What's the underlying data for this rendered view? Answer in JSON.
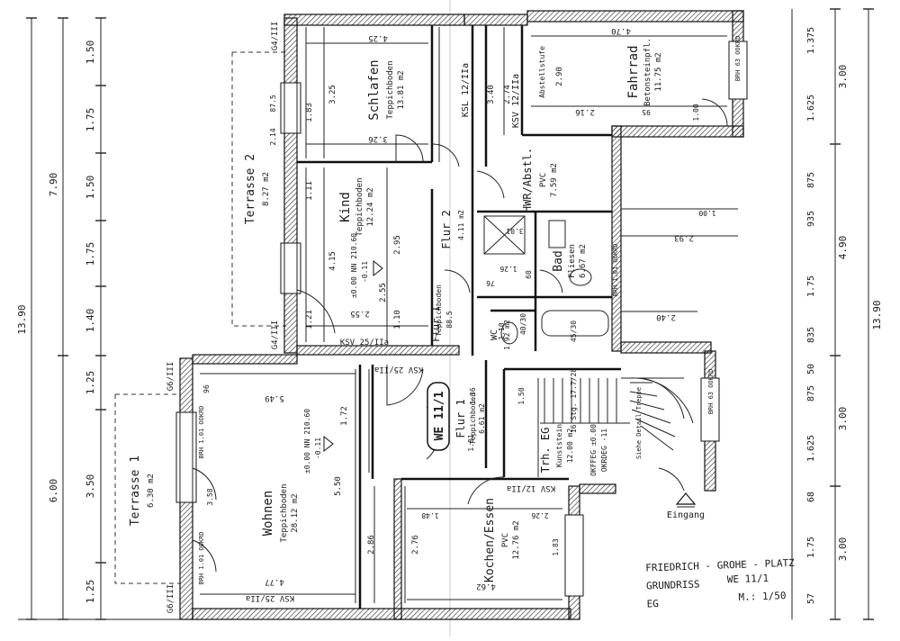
{
  "title_block": {
    "project": "FRIEDRICH - GROHE - PLATZ",
    "plan": "GRUNDRISS",
    "unit": "WE 11/1",
    "floor": "EG",
    "scale": "M.: 1/50"
  },
  "unit_label": "WE 11/1",
  "rooms": {
    "schlafen": {
      "name": "Schlafen",
      "floor": "Teppichboden",
      "area": "13.81 m2"
    },
    "kind": {
      "name": "Kind",
      "floor": "Teppichboden",
      "area": "12.24 m2"
    },
    "fahrrad": {
      "name": "Fahrrad",
      "floor": "Betonsteinpfl.",
      "area": "11.75 m2"
    },
    "hwr": {
      "name": "HWR/Abstl.",
      "floor": "PVC",
      "area": "7.59 m2"
    },
    "bad": {
      "name": "Bad",
      "floor": "Fliesen",
      "area": "6.67 m2"
    },
    "wc": {
      "name": "WC",
      "area": "1.92 m2"
    },
    "flur2": {
      "name": "Flur 2",
      "floor": "Teppichboden",
      "area": "4.11 m2"
    },
    "flur1a": {
      "name": "Flur 1",
      "floor": "Teppichboden",
      "area": "88.5"
    },
    "flur1b": {
      "name": "Flur 1",
      "floor": "Teppichboden",
      "area": "6.61 m2"
    },
    "wohnen": {
      "name": "Wohnen",
      "floor": "Teppichboden",
      "area": "28.12 m2"
    },
    "kochen": {
      "name": "Kochen/Essen",
      "floor": "PVC",
      "area": "12.76 m2"
    },
    "treppe": {
      "name": "Trh. EG",
      "floor": "Kunststein",
      "area": "12.00 m2"
    },
    "terrasse1": {
      "name": "Terrasse 1",
      "area": "6.30 m2"
    },
    "terrasse2": {
      "name": "Terrasse 2",
      "area": "8.27 m2"
    }
  },
  "labels": {
    "eingang": "Eingang",
    "ksl": "KSL 12/IIa",
    "ksv1": "KSV 12/IIa",
    "ksv2": "KSV 25/IIa",
    "ksv3": "KSV 25/IIa",
    "ksv4": "KSV 25/IIa",
    "ksv5": "KSV 12/IIa",
    "g4a": "G4/III",
    "g4b": "G4/III",
    "g6a": "G6/III",
    "g6b": "G6/III",
    "abstell": "Abstellstufe",
    "brh1": "BRH 1.01 OOKRD",
    "brh2": "BRH 1.01 OOKRD",
    "brh3": "BRH 63 OOKRD",
    "brh4": "BRH 63 OOKRD",
    "brh5": "BRH 1.01 OOKRD",
    "okffeg": "OKFFEG ±0.00",
    "okrdeg": "OKRDEG -11",
    "level1": "±0.00 NN 210.60",
    "level1b": "-0.11",
    "level2": "±0.00 NN 210.60",
    "level2b": "-0.11",
    "stair": "16 Stg. 17.7/28",
    "stairnote": "Siehe Detail-Treppe",
    "bath_dim": "45/30",
    "wc_dim": "40/30"
  },
  "dims_left_outer": [
    "13.90"
  ],
  "dims_left_mid": [
    "7.90",
    "6.00"
  ],
  "dims_left_inner": [
    "1.50",
    "1.75",
    "1.50",
    "1.75",
    "1.40",
    "1.25",
    "3.50",
    "1.25"
  ],
  "dims_right_outer": [
    "13.90"
  ],
  "dims_right_mid": [
    "3.00",
    "4.90",
    "3.00",
    "3.00"
  ],
  "dims_right_inner": [
    "1.375",
    "1.625",
    "875",
    "935",
    "1.75",
    "835",
    "50",
    "875",
    "1.625",
    "68",
    "1.75",
    "57"
  ],
  "dims_inner": [
    "4.25",
    "3.25",
    "3.26",
    "1.83",
    "2.14",
    "87.5",
    "3.40",
    "2.74",
    "4.70",
    "2.90",
    "2.16",
    "95",
    "1.00",
    "2.95",
    "4.15",
    "2.55",
    "2.55",
    "1.21",
    "1.10",
    "1.11",
    "5.49",
    "1.72",
    "5.50",
    "2.86",
    "2.76",
    "1.48",
    "2.26",
    "1.83",
    "4.77",
    "4.62",
    "2.40",
    "2.93",
    "1.00",
    "1.26",
    "3.01",
    "1.36",
    "1.50",
    "60",
    "1.10",
    "76",
    "96",
    "3.58",
    "1.01"
  ]
}
